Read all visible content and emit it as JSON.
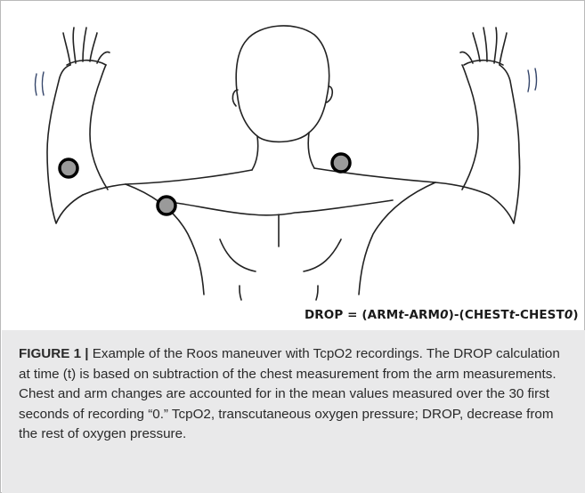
{
  "figure": {
    "formula": {
      "prefix": "DROP = (ARM",
      "t1": "t",
      "mid1": "-ARM",
      "z1": "0",
      "mid2": ")-(CHEST",
      "t2": "t",
      "mid3": "-CHEST",
      "z2": "0",
      "suffix": ")"
    },
    "caption": {
      "label": "FIGURE 1 |",
      "text": "Example of the Roos maneuver with TcpO2 recordings. The DROP calculation at time (t) is based on subtraction of the chest measurement from the arm measurements. Chest and arm changes are accounted for in the mean values measured over the 30 first seconds of recording “0.” TcpO2, transcutaneous oxygen pressure; DROP, decrease from the rest of oxygen pressure."
    }
  }
}
